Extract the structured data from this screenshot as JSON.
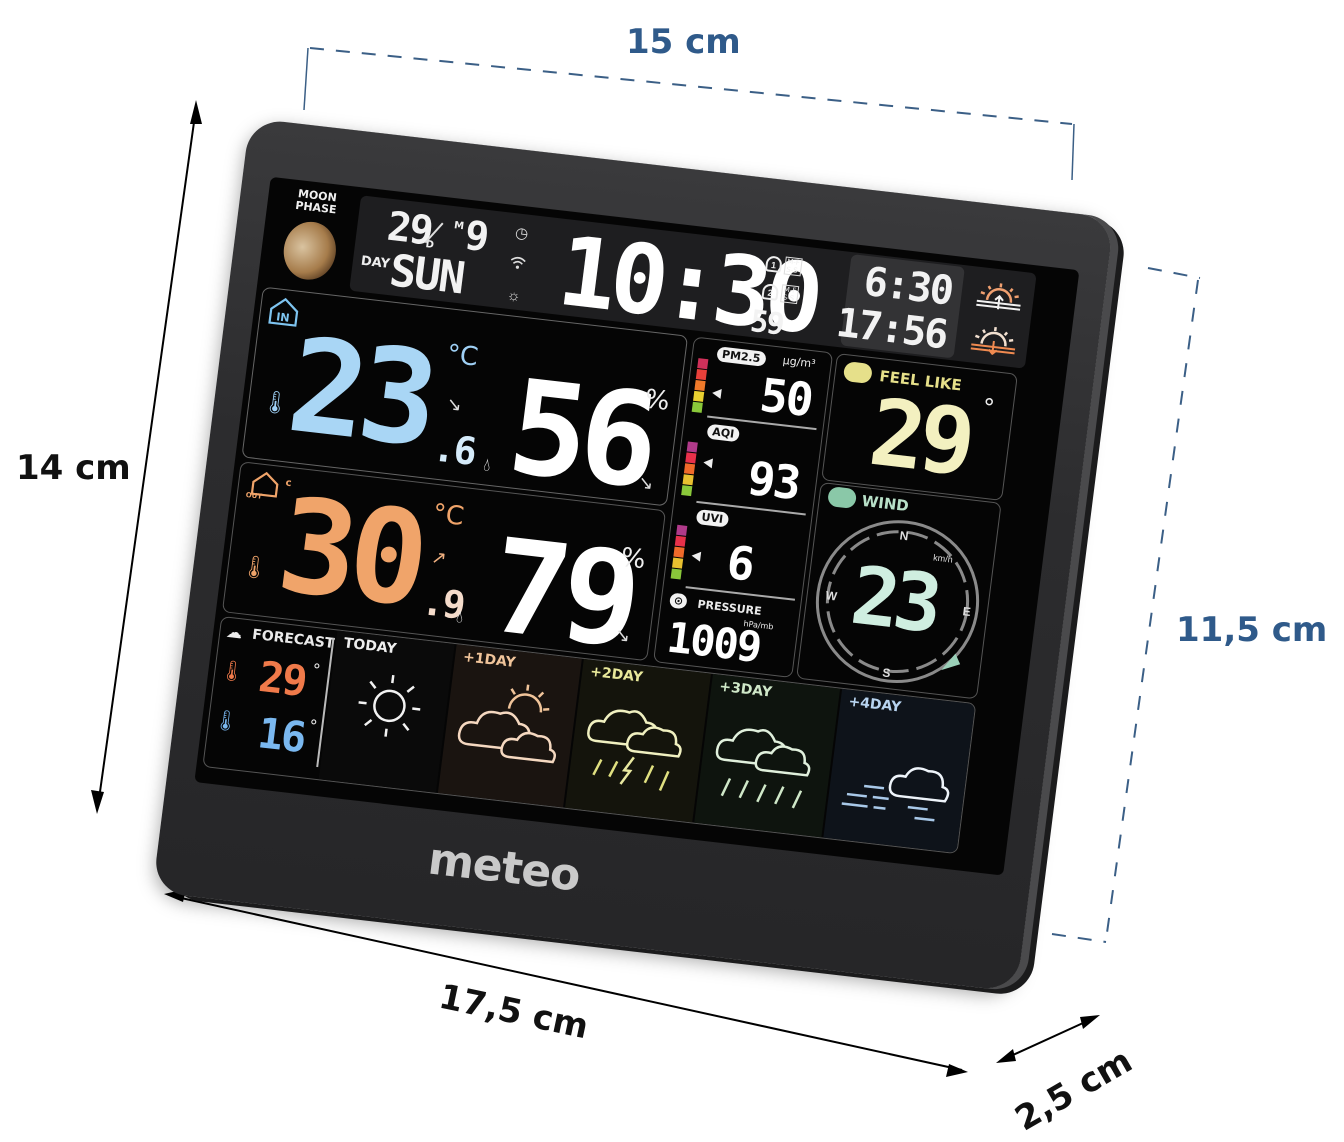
{
  "dimensions": {
    "top_width": "15 cm",
    "right_height": "11,5 cm",
    "left_height": "14 cm",
    "bottom_width": "17,5 cm",
    "depth": "2,5 cm"
  },
  "brand": "meteo",
  "colors": {
    "indoor": "#a9d6f5",
    "outdoor": "#f0a46a",
    "feel_like": "#f3f0c0",
    "wind": "#cfeee0",
    "dim_blue": "#2f5a8a",
    "forecast_high": "#f07a4a",
    "forecast_low": "#7ab8f0"
  },
  "moon": {
    "label_line1": "MOON",
    "label_line2": "PHASE",
    "icon": "moon-phase-icon"
  },
  "datetime": {
    "day_of_month": "29",
    "day_marker": "D",
    "month_marker": "M",
    "month": "9",
    "day_label": "DAY",
    "weekday": "SUN",
    "time": "10:30",
    "seconds": "59",
    "alarm1_days_top": "M-F",
    "alarm1_days_bottom": "S-S",
    "alarm2_days_top": "M-F",
    "alarm2_days_bottom": "S-S",
    "alarm1_num": "1",
    "alarm2_num": "2",
    "sunrise": "6:30",
    "sunset": "17:56"
  },
  "status_icons": [
    "timer-icon",
    "wifi-icon",
    "brightness-icon"
  ],
  "indoor": {
    "label": "IN",
    "temp_int": "23",
    "temp_dec": ".6",
    "temp_unit": "°C",
    "temp_trend": "down",
    "humidity": "56",
    "humidity_unit": "%",
    "humidity_trend": "down"
  },
  "outdoor": {
    "label": "OUT",
    "temp_int": "30",
    "temp_dec": ".9",
    "temp_unit": "°C",
    "temp_trend": "up",
    "humidity": "79",
    "humidity_unit": "%",
    "humidity_trend": "down"
  },
  "air": {
    "pm25_label": "PM2.5",
    "pm25_unit": "µg/m³",
    "pm25_value": "50",
    "aqi_label": "AQI",
    "aqi_value": "93",
    "uvi_label": "UVI",
    "uvi_value": "6",
    "pressure_label": "PRESSURE",
    "pressure_unit": "hPa/mb",
    "pressure_value": "1009"
  },
  "feel_like": {
    "label": "FEEL LIKE",
    "value": "29",
    "unit": "°"
  },
  "wind": {
    "label": "WIND",
    "value": "23",
    "unit": "km/h",
    "compass": {
      "n": "N",
      "e": "E",
      "s": "S",
      "w": "W"
    },
    "direction": "SE"
  },
  "forecast": {
    "label": "FORECAST",
    "high": "29",
    "low": "16",
    "degree": "°",
    "days": [
      {
        "label": "TODAY",
        "icon": "sunny-icon",
        "color": "#f2f2f2"
      },
      {
        "label": "+1DAY",
        "icon": "partly-cloudy-icon",
        "color": "#f0c49a"
      },
      {
        "label": "+2DAY",
        "icon": "thunderstorm-icon",
        "color": "#e8e89a"
      },
      {
        "label": "+3DAY",
        "icon": "rain-icon",
        "color": "#cfe8c8"
      },
      {
        "label": "+4DAY",
        "icon": "windy-cloud-icon",
        "color": "#b8d4f0"
      }
    ]
  }
}
